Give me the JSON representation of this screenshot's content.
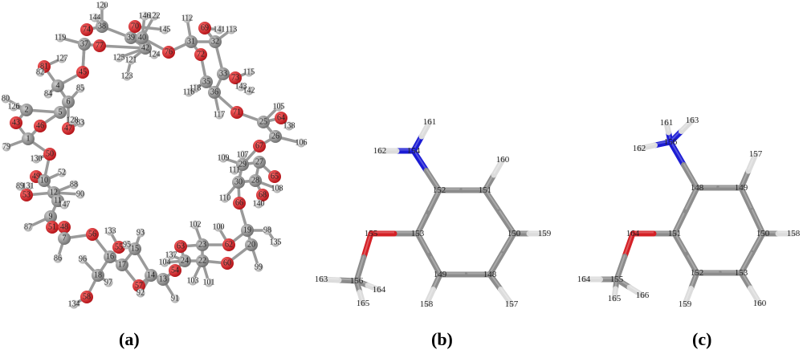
{
  "colors": {
    "carbon": "#8c8c8c",
    "oxygen": "#d42026",
    "hydrogen": "#dcdcdc",
    "nitrogen": "#1c1cd4"
  },
  "panel_a": {
    "caption": "(a)",
    "atoms": [
      {
        "label": "120",
        "el": "H"
      },
      {
        "label": "38",
        "el": "C"
      },
      {
        "label": "144",
        "el": "H"
      },
      {
        "label": "74",
        "el": "O"
      },
      {
        "label": "119",
        "el": "H"
      },
      {
        "label": "37",
        "el": "C"
      },
      {
        "label": "77",
        "el": "O"
      },
      {
        "label": "39",
        "el": "C"
      },
      {
        "label": "42",
        "el": "C"
      },
      {
        "label": "125",
        "el": "H"
      },
      {
        "label": "121",
        "el": "H"
      },
      {
        "label": "123",
        "el": "H"
      },
      {
        "label": "127",
        "el": "H"
      },
      {
        "label": "81",
        "el": "O"
      },
      {
        "label": "82",
        "el": "H"
      },
      {
        "label": "45",
        "el": "O"
      },
      {
        "label": "4",
        "el": "C"
      },
      {
        "label": "85",
        "el": "H"
      },
      {
        "label": "84",
        "el": "H"
      },
      {
        "label": "6",
        "el": "C"
      },
      {
        "label": "5",
        "el": "C"
      },
      {
        "label": "80",
        "el": "H"
      },
      {
        "label": "126",
        "el": "H"
      },
      {
        "label": "2",
        "el": "C"
      },
      {
        "label": "43",
        "el": "O"
      },
      {
        "label": "46",
        "el": "O"
      },
      {
        "label": "47",
        "el": "O"
      },
      {
        "label": "128",
        "el": "H"
      },
      {
        "label": "83",
        "el": "H"
      },
      {
        "label": "1",
        "el": "C"
      },
      {
        "label": "79",
        "el": "H"
      },
      {
        "label": "50",
        "el": "O"
      },
      {
        "label": "130",
        "el": "H"
      },
      {
        "label": "70",
        "el": "O"
      },
      {
        "label": "146",
        "el": "H"
      },
      {
        "label": "122",
        "el": "H"
      },
      {
        "label": "145",
        "el": "H"
      },
      {
        "label": "40",
        "el": "C"
      },
      {
        "label": "76",
        "el": "O"
      },
      {
        "label": "124",
        "el": "H"
      },
      {
        "label": "112",
        "el": "H"
      },
      {
        "label": "31",
        "el": "C"
      },
      {
        "label": "69",
        "el": "O"
      },
      {
        "label": "141",
        "el": "H"
      },
      {
        "label": "32",
        "el": "C"
      },
      {
        "label": "113",
        "el": "H"
      },
      {
        "label": "72",
        "el": "O"
      },
      {
        "label": "33",
        "el": "C"
      },
      {
        "label": "73",
        "el": "O"
      },
      {
        "label": "115",
        "el": "H"
      },
      {
        "label": "143",
        "el": "H"
      },
      {
        "label": "142",
        "el": "H"
      },
      {
        "label": "35",
        "el": "C"
      },
      {
        "label": "118",
        "el": "H"
      },
      {
        "label": "116",
        "el": "H"
      },
      {
        "label": "36",
        "el": "C"
      },
      {
        "label": "117",
        "el": "H"
      },
      {
        "label": "71",
        "el": "O"
      },
      {
        "label": "25",
        "el": "C"
      },
      {
        "label": "105",
        "el": "H"
      },
      {
        "label": "64",
        "el": "O"
      },
      {
        "label": "138",
        "el": "H"
      },
      {
        "label": "26",
        "el": "C"
      },
      {
        "label": "106",
        "el": "H"
      },
      {
        "label": "67",
        "el": "O"
      },
      {
        "label": "109",
        "el": "H"
      },
      {
        "label": "107",
        "el": "H"
      },
      {
        "label": "29",
        "el": "C"
      },
      {
        "label": "111",
        "el": "H"
      },
      {
        "label": "27",
        "el": "C"
      },
      {
        "label": "65",
        "el": "O"
      },
      {
        "label": "30",
        "el": "C"
      },
      {
        "label": "28",
        "el": "C"
      },
      {
        "label": "108",
        "el": "H"
      },
      {
        "label": "68",
        "el": "O"
      },
      {
        "label": "140",
        "el": "H"
      },
      {
        "label": "110",
        "el": "H"
      },
      {
        "label": "66",
        "el": "O"
      },
      {
        "label": "19",
        "el": "C"
      },
      {
        "label": "98",
        "el": "H"
      },
      {
        "label": "135",
        "el": "H"
      },
      {
        "label": "20",
        "el": "C"
      },
      {
        "label": "99",
        "el": "H"
      },
      {
        "label": "102",
        "el": "H"
      },
      {
        "label": "100",
        "el": "H"
      },
      {
        "label": "62",
        "el": "O"
      },
      {
        "label": "23",
        "el": "C"
      },
      {
        "label": "63",
        "el": "O"
      },
      {
        "label": "24",
        "el": "C"
      },
      {
        "label": "137",
        "el": "H"
      },
      {
        "label": "104",
        "el": "H"
      },
      {
        "label": "54",
        "el": "O"
      },
      {
        "label": "22",
        "el": "C"
      },
      {
        "label": "60",
        "el": "O"
      },
      {
        "label": "103",
        "el": "H"
      },
      {
        "label": "101",
        "el": "H"
      },
      {
        "label": "14",
        "el": "C"
      },
      {
        "label": "13",
        "el": "C"
      },
      {
        "label": "57",
        "el": "O"
      },
      {
        "label": "91",
        "el": "H"
      },
      {
        "label": "92",
        "el": "H"
      },
      {
        "label": "93",
        "el": "H"
      },
      {
        "label": "49",
        "el": "O"
      },
      {
        "label": "10",
        "el": "C"
      },
      {
        "label": "52",
        "el": "H"
      },
      {
        "label": "88",
        "el": "H"
      },
      {
        "label": "89",
        "el": "H"
      },
      {
        "label": "131",
        "el": "H"
      },
      {
        "label": "12",
        "el": "C"
      },
      {
        "label": "90",
        "el": "H"
      },
      {
        "label": "11",
        "el": "C"
      },
      {
        "label": "147",
        "el": "H"
      },
      {
        "label": "9",
        "el": "C"
      },
      {
        "label": "87",
        "el": "H"
      },
      {
        "label": "51",
        "el": "O"
      },
      {
        "label": "48",
        "el": "O"
      },
      {
        "label": "7",
        "el": "C"
      },
      {
        "label": "56",
        "el": "O"
      },
      {
        "label": "133",
        "el": "H"
      },
      {
        "label": "86",
        "el": "H"
      },
      {
        "label": "55",
        "el": "O"
      },
      {
        "label": "95",
        "el": "H"
      },
      {
        "label": "15",
        "el": "C"
      },
      {
        "label": "16",
        "el": "C"
      },
      {
        "label": "17",
        "el": "C"
      },
      {
        "label": "96",
        "el": "H"
      },
      {
        "label": "18",
        "el": "C"
      },
      {
        "label": "97",
        "el": "H"
      },
      {
        "label": "58",
        "el": "O"
      },
      {
        "label": "134",
        "el": "H"
      },
      {
        "label": "53",
        "el": "O"
      }
    ]
  },
  "panel_b": {
    "caption": "(b)",
    "atoms": [
      {
        "label": "154",
        "el": "N"
      },
      {
        "label": "161",
        "el": "H"
      },
      {
        "label": "162",
        "el": "H"
      },
      {
        "label": "152",
        "el": "C"
      },
      {
        "label": "151",
        "el": "C"
      },
      {
        "label": "160",
        "el": "H"
      },
      {
        "label": "150",
        "el": "C"
      },
      {
        "label": "159",
        "el": "H"
      },
      {
        "label": "148",
        "el": "C"
      },
      {
        "label": "157",
        "el": "H"
      },
      {
        "label": "149",
        "el": "C"
      },
      {
        "label": "158",
        "el": "H"
      },
      {
        "label": "153",
        "el": "C"
      },
      {
        "label": "155",
        "el": "O"
      },
      {
        "label": "156",
        "el": "C"
      },
      {
        "label": "163",
        "el": "H"
      },
      {
        "label": "164",
        "el": "H"
      },
      {
        "label": "165",
        "el": "H"
      }
    ]
  },
  "panel_c": {
    "caption": "(c)",
    "atoms": [
      {
        "label": "156",
        "el": "N"
      },
      {
        "label": "161",
        "el": "H"
      },
      {
        "label": "163",
        "el": "H"
      },
      {
        "label": "162",
        "el": "H"
      },
      {
        "label": "148",
        "el": "C"
      },
      {
        "label": "149",
        "el": "C"
      },
      {
        "label": "157",
        "el": "H"
      },
      {
        "label": "150",
        "el": "C"
      },
      {
        "label": "158",
        "el": "H"
      },
      {
        "label": "153",
        "el": "C"
      },
      {
        "label": "160",
        "el": "H"
      },
      {
        "label": "152",
        "el": "C"
      },
      {
        "label": "159",
        "el": "H"
      },
      {
        "label": "151",
        "el": "C"
      },
      {
        "label": "164",
        "el": "O"
      },
      {
        "label": "155",
        "el": "C"
      },
      {
        "label": "164",
        "el": "H"
      },
      {
        "label": "165",
        "el": "H"
      },
      {
        "label": "166",
        "el": "H"
      }
    ]
  }
}
